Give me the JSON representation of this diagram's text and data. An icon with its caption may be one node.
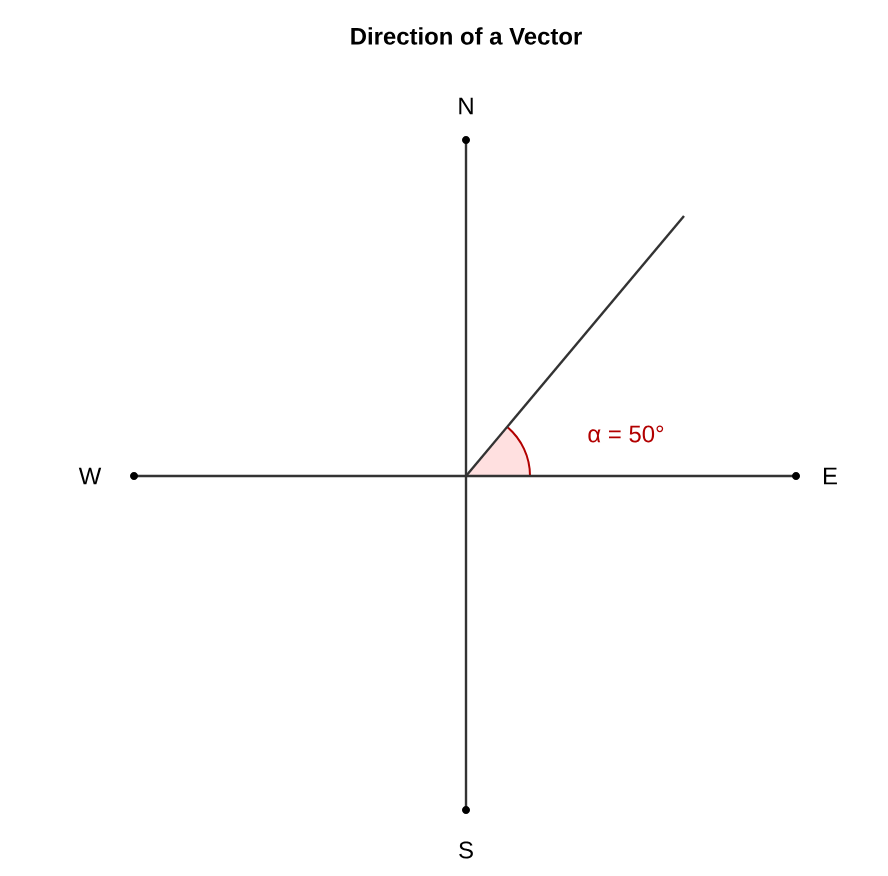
{
  "diagram": {
    "title": "Direction of a Vector",
    "labels": [
      "N",
      "W",
      "α = 50°",
      "E",
      "S"
    ]
  }
}
